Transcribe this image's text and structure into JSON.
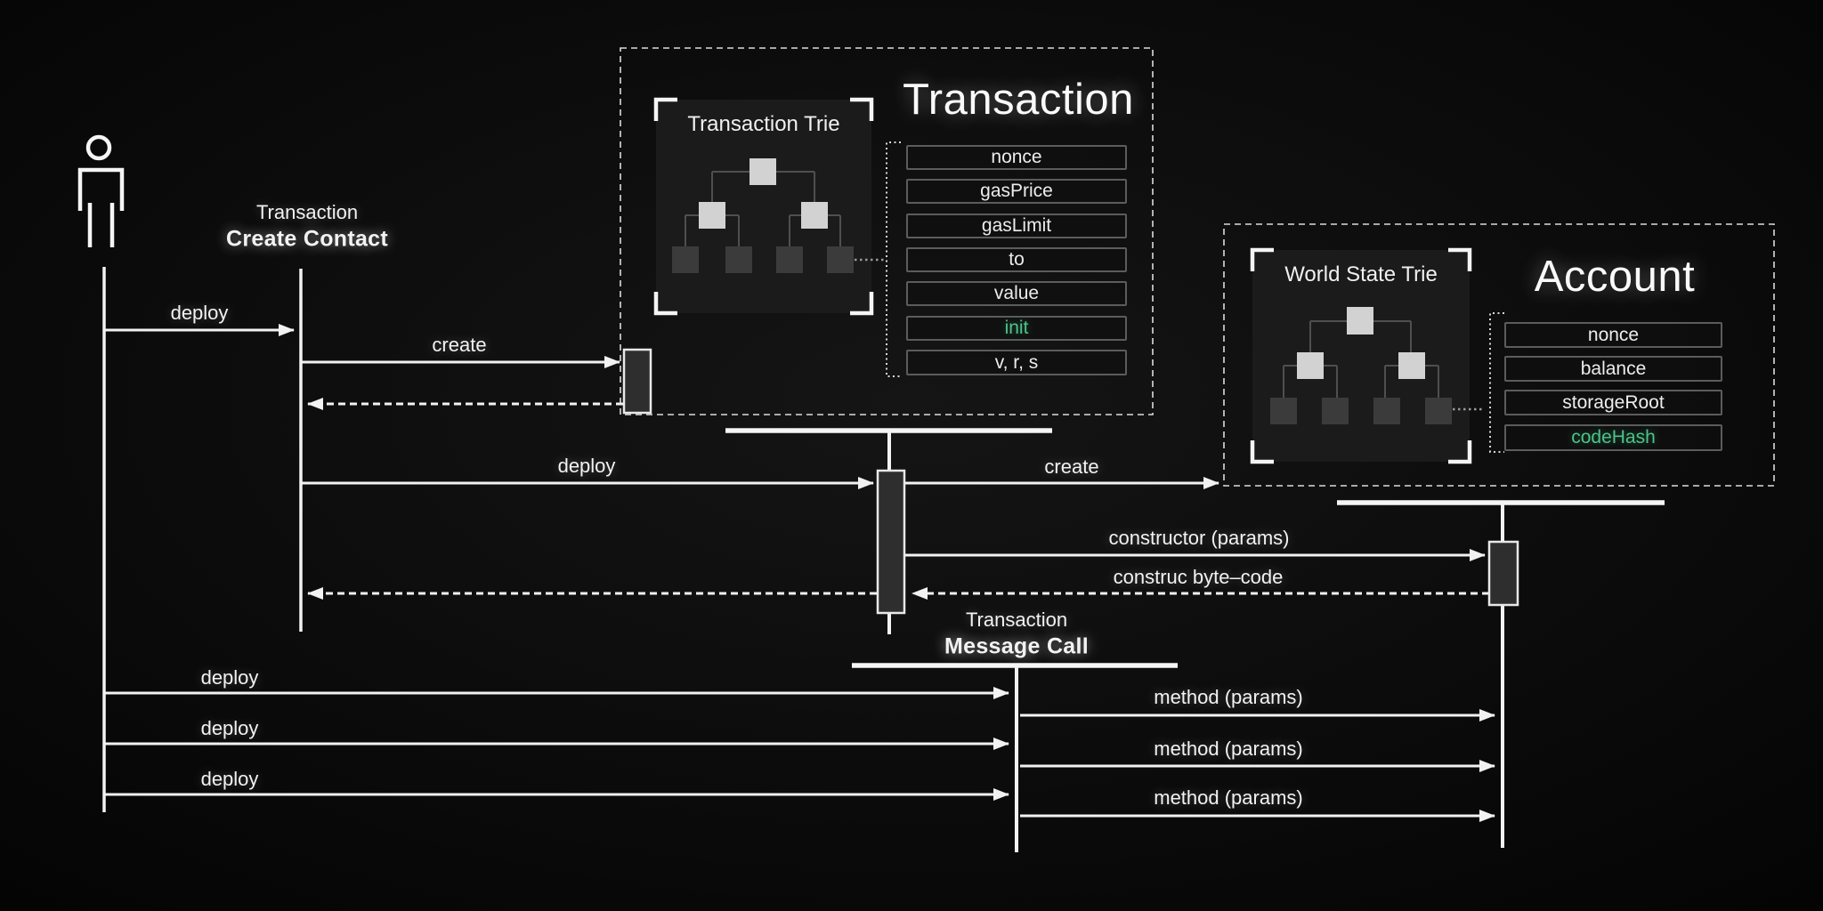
{
  "colors": {
    "background": "#0b0b0b",
    "stroke": "#f2f2f2",
    "highlight_green": "#4cc38a",
    "panel_fill": "#1b1b1b",
    "node_light": "#d2d2d2",
    "node_dark": "#3b3b3b",
    "activation_fill": "#2e2e2e"
  },
  "actor": {
    "label_line1": "Transaction",
    "label_line2": "Create Contact"
  },
  "transaction_group": {
    "title": "Transaction",
    "trie_title": "Transaction Trie",
    "fields": [
      "nonce",
      "gasPrice",
      "gasLimit",
      "to",
      "value",
      "init",
      "v, r, s"
    ],
    "highlighted_field": "init"
  },
  "account_group": {
    "title": "Account",
    "trie_title": "World State Trie",
    "fields": [
      "nonce",
      "balance",
      "storageRoot",
      "codeHash"
    ],
    "highlighted_field": "codeHash"
  },
  "message_call_group": {
    "label_line1": "Transaction",
    "label_line2": "Message Call"
  },
  "messages": {
    "deploy1": "deploy",
    "create1": "create",
    "deploy2": "deploy",
    "create2": "create",
    "constructor": "constructor (params)",
    "bytecode": "construc byte–code",
    "deploy3": "deploy",
    "deploy4": "deploy",
    "deploy5": "deploy",
    "method1": "method (params)",
    "method2": "method (params)",
    "method3": "method (params)"
  }
}
